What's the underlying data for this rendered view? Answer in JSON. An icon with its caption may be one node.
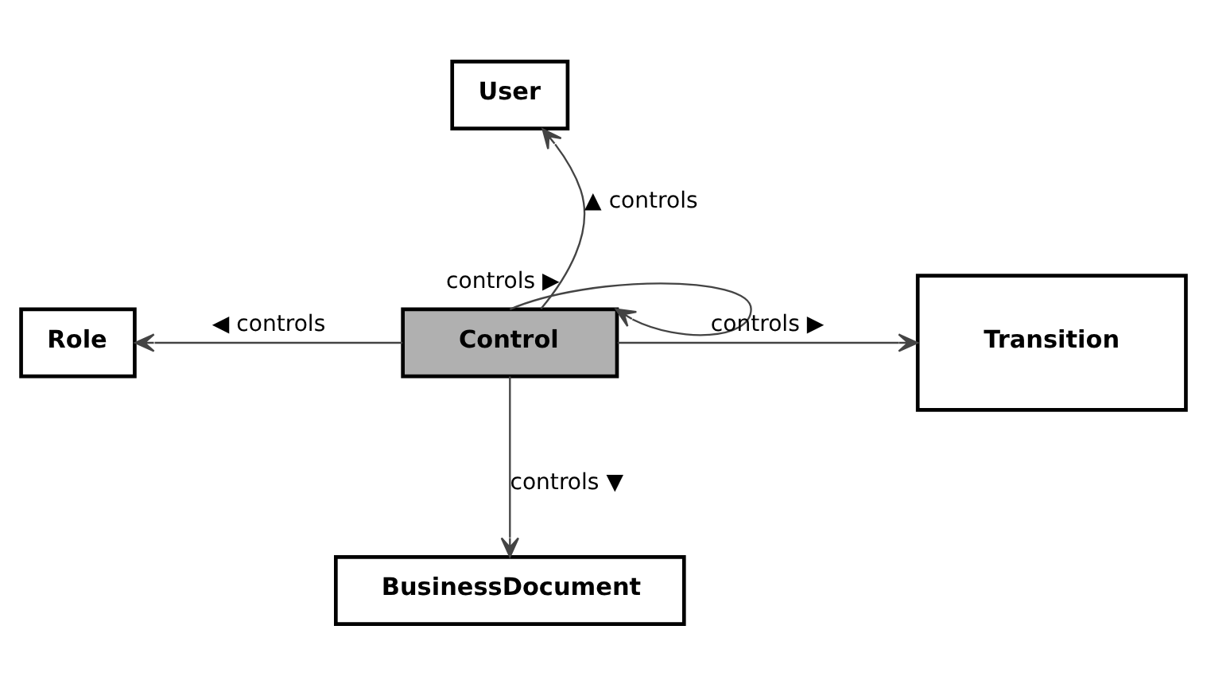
{
  "diagram": {
    "nodes": [
      {
        "text": [
          "User"
        ]
      },
      {
        "text": [
          "Role"
        ]
      },
      {
        "text": [
          "Control"
        ]
      },
      {
        "text": [
          "Transition"
        ]
      },
      {
        "text": [
          "BusinessDocument"
        ]
      }
    ],
    "edges": [
      {
        "from": 2,
        "to": 0,
        "arrow": "to",
        "label": "▲ controls"
      },
      {
        "from": 2,
        "to": 2,
        "arrow": "to",
        "label": "controls ▶"
      },
      {
        "from": 2,
        "to": 1,
        "arrow": "to",
        "label": "◀ controls"
      },
      {
        "from": 2,
        "to": 3,
        "arrow": "to",
        "label": "controls ▶"
      },
      {
        "from": 2,
        "to": 4,
        "arrow": "to",
        "label": "controls ▼"
      }
    ]
  }
}
